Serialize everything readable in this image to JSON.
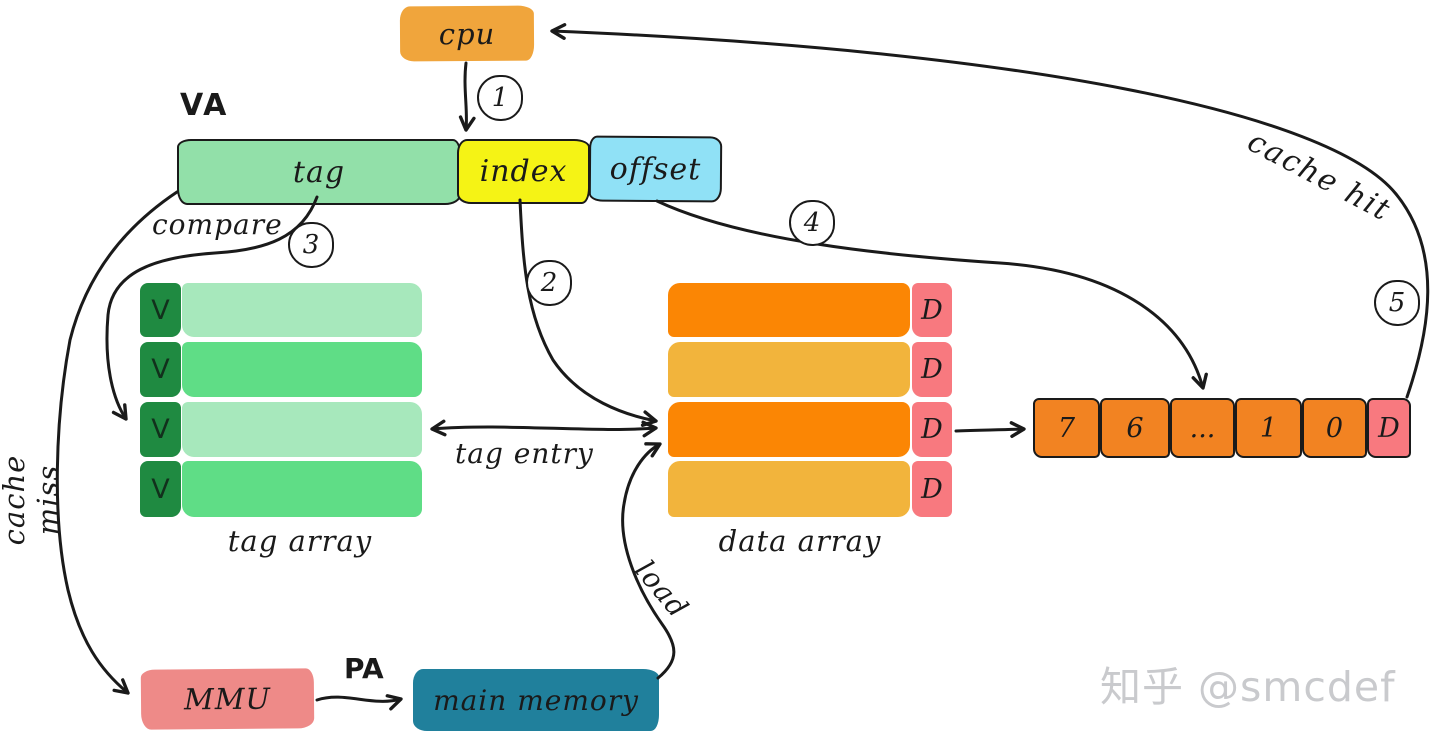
{
  "diagram": {
    "cpu": "cpu",
    "va_label": "VA",
    "va_fields": {
      "tag": "tag",
      "index": "index",
      "offset": "offset"
    },
    "tag_array": {
      "label": "tag array",
      "valid_flags": [
        "V",
        "V",
        "V",
        "V"
      ]
    },
    "data_array": {
      "label": "data array",
      "dirty_flags": [
        "D",
        "D",
        "D",
        "D"
      ]
    },
    "cache_line": {
      "cells": [
        "7",
        "6",
        "...",
        "1",
        "0",
        "D"
      ]
    },
    "mmu": "MMU",
    "main_memory": "main memory",
    "edge_labels": {
      "compare": "compare",
      "tag_entry": "tag entry",
      "load": "load",
      "cache_miss": "cache miss",
      "cache_hit": "cache hit",
      "pa": "PA"
    },
    "steps": [
      "1",
      "2",
      "3",
      "4",
      "5"
    ]
  },
  "watermark": "知乎 @smcdef",
  "colors": {
    "cpu_fill": "#F0A53C",
    "tag_fill": "#92E0A9",
    "index_fill": "#F5F315",
    "offset_fill": "#90E1F6",
    "tag_row_light": "#A7E8BC",
    "tag_row_medium": "#5FDD86",
    "valid_fill": "#1F8A41",
    "data_row_orange": "#FB8604",
    "data_row_amber": "#F2B43C",
    "dirty_fill": "#F8797F",
    "cache_line_cell_fill": "#F28322",
    "mmu_fill": "#EE8A88",
    "main_memory_fill": "#20809C",
    "ink": "#1A1A1A",
    "watermark_gray": "#C9CACD"
  }
}
